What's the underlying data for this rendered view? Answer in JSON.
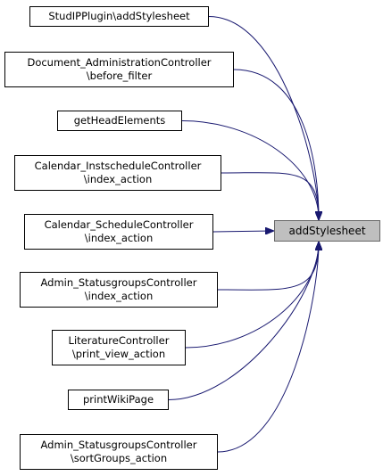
{
  "colors": {
    "edge": "#191970",
    "target_fill": "#bfbfbf",
    "target_border": "#666666",
    "node_border": "#000000"
  },
  "target": {
    "label": "addStylesheet"
  },
  "callers": [
    {
      "id": "studipplugin",
      "lines": [
        "StudIPPlugin\\addStylesheet"
      ]
    },
    {
      "id": "document-admin",
      "lines": [
        "Document_AdministrationController",
        "\\before_filter"
      ]
    },
    {
      "id": "get-head-elements",
      "lines": [
        "getHeadElements"
      ]
    },
    {
      "id": "calendar-instschedule",
      "lines": [
        "Calendar_InstscheduleController",
        "\\index_action"
      ]
    },
    {
      "id": "calendar-schedule",
      "lines": [
        "Calendar_ScheduleController",
        "\\index_action"
      ]
    },
    {
      "id": "admin-statusgroups-index",
      "lines": [
        "Admin_StatusgroupsController",
        "\\index_action"
      ]
    },
    {
      "id": "literature-print",
      "lines": [
        "LiteratureController",
        "\\print_view_action"
      ]
    },
    {
      "id": "print-wiki-page",
      "lines": [
        "printWikiPage"
      ]
    },
    {
      "id": "admin-statusgroups-sort",
      "lines": [
        "Admin_StatusgroupsController",
        "\\sortGroups_action"
      ]
    }
  ]
}
